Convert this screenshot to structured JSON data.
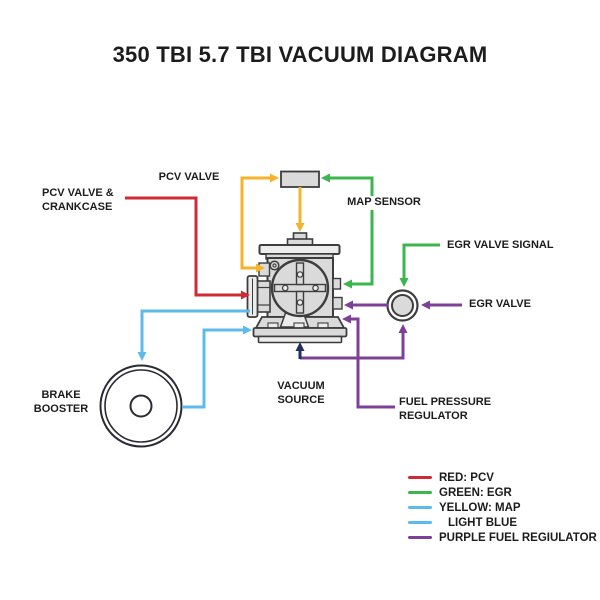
{
  "title": "350 TBI 5.7 TBI VACUUM DIAGRAM",
  "labels": {
    "pcv_valve": "PCV VALVE",
    "pcv_crankcase": [
      "PCV VALVE &",
      "CRANKCASE"
    ],
    "map_sensor": "MAP SENSOR",
    "egr_valve_signal": "EGR VALVE SIGNAL",
    "egr_valve": "EGR VALVE",
    "vacuum_source": [
      "VACUUM",
      "SOURCE"
    ],
    "fuel_pressure_regulator": [
      "FUEL PRESSURE",
      "REGULATOR"
    ],
    "brake_booster": [
      "BRAKE",
      "BOOSTER"
    ]
  },
  "legend": {
    "entries": [
      {
        "color": "red",
        "label": "RED: PCV"
      },
      {
        "color": "green",
        "label": "GREEN: EGR"
      },
      {
        "color": "lightblue",
        "label": "YELLOW: MAP"
      },
      {
        "color": "lightblue",
        "label": "LIGHT BLUE"
      },
      {
        "color": "purple",
        "label": "PURPLE FUEL REGIULATOR"
      }
    ]
  },
  "colors": {
    "red": "#ce2b37",
    "yellow": "#f4b32a",
    "green": "#3cb54e",
    "lightblue": "#5cbbea",
    "purple": "#7e4096",
    "navy": "#20315f",
    "outline": "#3d3d3d",
    "metal": "#dadada",
    "metal_light": "#ececec",
    "booster": "#2a2a33",
    "text": "#1c1c1c"
  }
}
